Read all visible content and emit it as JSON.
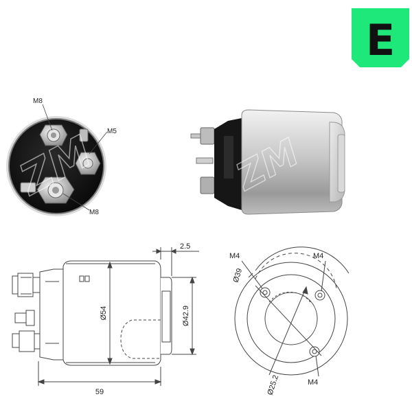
{
  "brand": {
    "logo_letter": "E",
    "logo_color": "#1ee87a",
    "watermark_text": "ZM"
  },
  "front_view": {
    "terminal_top": "M8",
    "terminal_right": "M5",
    "terminal_bottom": "M8"
  },
  "side_drawing": {
    "length": "59",
    "body_diameter": "Ø54",
    "nose_diameter": "Ø42.9",
    "offset": "2.5"
  },
  "rear_drawing": {
    "bolt_top_left": "M4",
    "bolt_top_right": "M4",
    "bolt_bottom": "M4",
    "bolt_circle": "Ø39",
    "center_hole": "Ø25.2"
  },
  "colors": {
    "line": "#444444",
    "body_fill": "#c9cacc",
    "cap_fill": "#1a1a1a"
  }
}
